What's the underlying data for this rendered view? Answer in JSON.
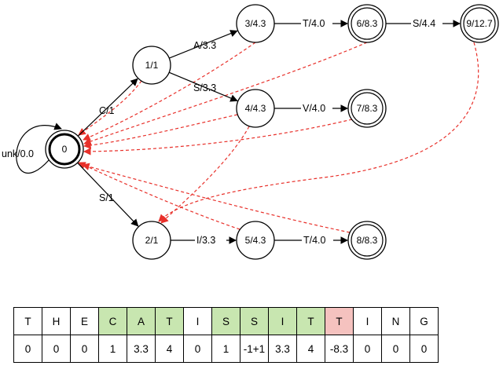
{
  "automaton": {
    "nodes": [
      {
        "id": "n0",
        "label": "0",
        "kind": "start"
      },
      {
        "id": "n1",
        "label": "1/1",
        "kind": "normal"
      },
      {
        "id": "n2",
        "label": "2/1",
        "kind": "normal"
      },
      {
        "id": "n3",
        "label": "3/4.3",
        "kind": "normal"
      },
      {
        "id": "n4",
        "label": "4/4.3",
        "kind": "normal"
      },
      {
        "id": "n5",
        "label": "5/4.3",
        "kind": "normal"
      },
      {
        "id": "n6",
        "label": "6/8.3",
        "kind": "final"
      },
      {
        "id": "n7",
        "label": "7/8.3",
        "kind": "final"
      },
      {
        "id": "n8",
        "label": "8/8.3",
        "kind": "final"
      },
      {
        "id": "n9",
        "label": "9/12.7",
        "kind": "final"
      }
    ],
    "edges": [
      {
        "from": "n0",
        "to": "n0",
        "label": "unk/0.0"
      },
      {
        "from": "n0",
        "to": "n1",
        "label": "C/1"
      },
      {
        "from": "n0",
        "to": "n2",
        "label": "S/1"
      },
      {
        "from": "n1",
        "to": "n3",
        "label": "A/3.3"
      },
      {
        "from": "n1",
        "to": "n4",
        "label": "S/3.3"
      },
      {
        "from": "n3",
        "to": "n6",
        "label": "T/4.0"
      },
      {
        "from": "n6",
        "to": "n9",
        "label": "S/4.4"
      },
      {
        "from": "n4",
        "to": "n7",
        "label": "V/4.0"
      },
      {
        "from": "n2",
        "to": "n5",
        "label": "I/3.3"
      },
      {
        "from": "n5",
        "to": "n8",
        "label": "T/4.0"
      }
    ],
    "failure_edges": [
      {
        "from": "n3",
        "to": "n0"
      },
      {
        "from": "n6",
        "to": "n0"
      },
      {
        "from": "n4",
        "to": "n0"
      },
      {
        "from": "n7",
        "to": "n0"
      },
      {
        "from": "n9",
        "to": "n2"
      },
      {
        "from": "n4",
        "to": "n2"
      },
      {
        "from": "n5",
        "to": "n0"
      },
      {
        "from": "n8",
        "to": "n0"
      },
      {
        "from": "n1",
        "to": "n0"
      }
    ]
  },
  "sequence": {
    "letters": [
      "T",
      "H",
      "E",
      "C",
      "A",
      "T",
      "I",
      "S",
      "S",
      "I",
      "T",
      "T",
      "I",
      "N",
      "G"
    ],
    "scores": [
      "0",
      "0",
      "0",
      "1",
      "3.3",
      "4",
      "0",
      "1",
      "-1+1",
      "3.3",
      "4",
      "-8.3",
      "0",
      "0",
      "0"
    ],
    "highlight": [
      "none",
      "none",
      "none",
      "match",
      "match",
      "match",
      "none",
      "match",
      "match",
      "match",
      "match",
      "fail",
      "none",
      "none",
      "none"
    ]
  },
  "colors": {
    "match": "#c8e6b0",
    "fail": "#f5c2bf",
    "failure_edge": "#e8302a"
  }
}
